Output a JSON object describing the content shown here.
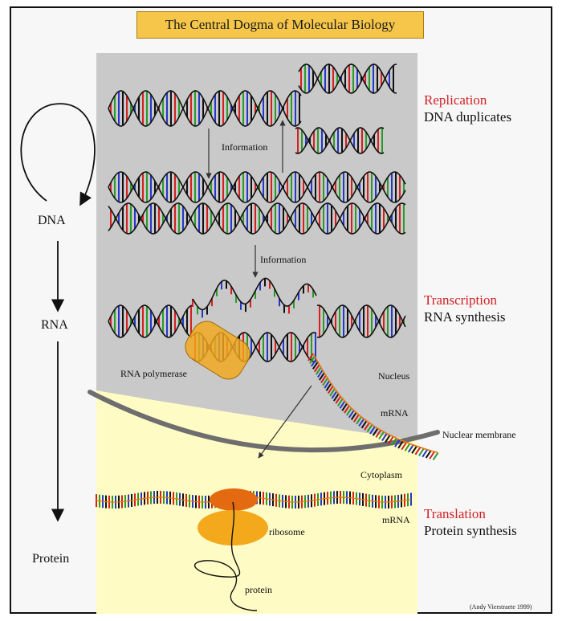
{
  "title": "The Central Dogma of Molecular Biology",
  "flow": {
    "dna": "DNA",
    "rna": "RNA",
    "protein": "Protein"
  },
  "processes": [
    {
      "name": "Replication",
      "description": "DNA duplicates"
    },
    {
      "name": "Transcription",
      "description": "RNA synthesis"
    },
    {
      "name": "Translation",
      "description": "Protein synthesis"
    }
  ],
  "labels": {
    "information_1": "Information",
    "information_2": "Information",
    "rna_polymerase": "RNA polymerase",
    "nucleus": "Nucleus",
    "mrna_nucleus": "mRNA",
    "nuclear_membrane": "Nuclear membrane",
    "cytoplasm": "Cytoplasm",
    "mrna_cytoplasm": "mRNA",
    "ribosome": "ribosome",
    "protein": "protein"
  },
  "credit": "(Andy Vierstraete 1999)",
  "colors": {
    "title_bg": "#f6c64a",
    "nucleus_bg": "#c9c9c9",
    "cytoplasm_bg": "#fffbc4",
    "process_name": "#d21f24",
    "polymerase": "#f4a81c",
    "ribosome": "#f4a81c",
    "membrane": "#6e6e6e",
    "base_pair_colors": [
      "#d42020",
      "#2a9b2a",
      "#2637c9",
      "#111111",
      "#e37b14"
    ]
  },
  "icons": [
    "cycle-arrow-icon",
    "down-arrow-icon",
    "up-arrow-icon"
  ]
}
